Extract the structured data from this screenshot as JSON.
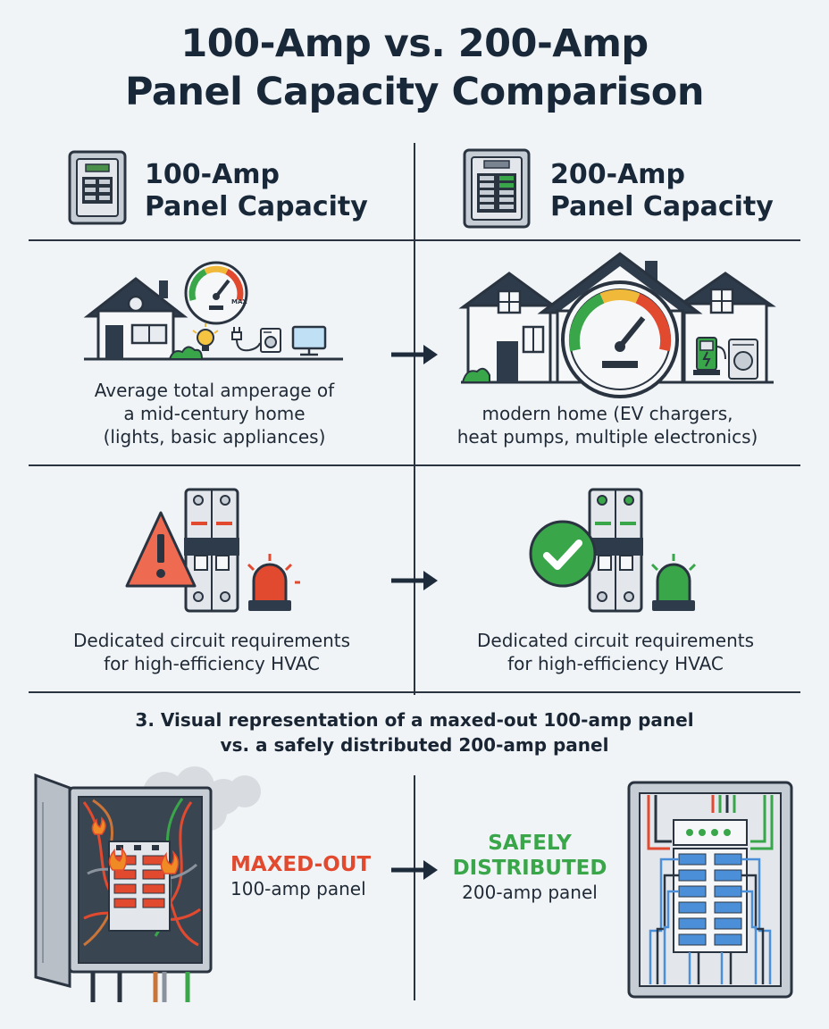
{
  "title": {
    "line1": "100-Amp vs. 200-Amp",
    "line2": "Panel Capacity Comparison"
  },
  "columns": {
    "left": {
      "line1": "100-Amp",
      "line2": "Panel Capacity",
      "icon": "panel-icon"
    },
    "right": {
      "line1": "200-Amp",
      "line2": "Panel Capacity",
      "icon": "panel-icon"
    }
  },
  "row1": {
    "left_caption": [
      "Average total amperage of",
      "a mid-century home",
      "(lights, basic appliances)"
    ],
    "left_gauge_label": "MAX",
    "right_caption": [
      "modern home (EV chargers,",
      "heat pumps, multiple electronics)"
    ]
  },
  "row2": {
    "left_caption": [
      "Dedicated circuit requirements",
      "for high-efficiency HVAC"
    ],
    "right_caption": [
      "Dedicated circuit requirements",
      "for high-efficiency HVAC"
    ]
  },
  "section3": {
    "line1": "3. Visual representation of a maxed-out 100-amp panel",
    "line2": "vs. a safely distributed 200-amp panel",
    "left_status": "MAXED-OUT",
    "left_sub": "100-amp panel",
    "right_status_line1": "SAFELY",
    "right_status_line2": "DISTRIBUTED",
    "right_sub": "200-amp panel"
  },
  "colors": {
    "navy": "#1d2b3a",
    "warning_red": "#e24a30",
    "safe_green": "#3aa64a",
    "breaker_blue": "#4a8fd8"
  }
}
